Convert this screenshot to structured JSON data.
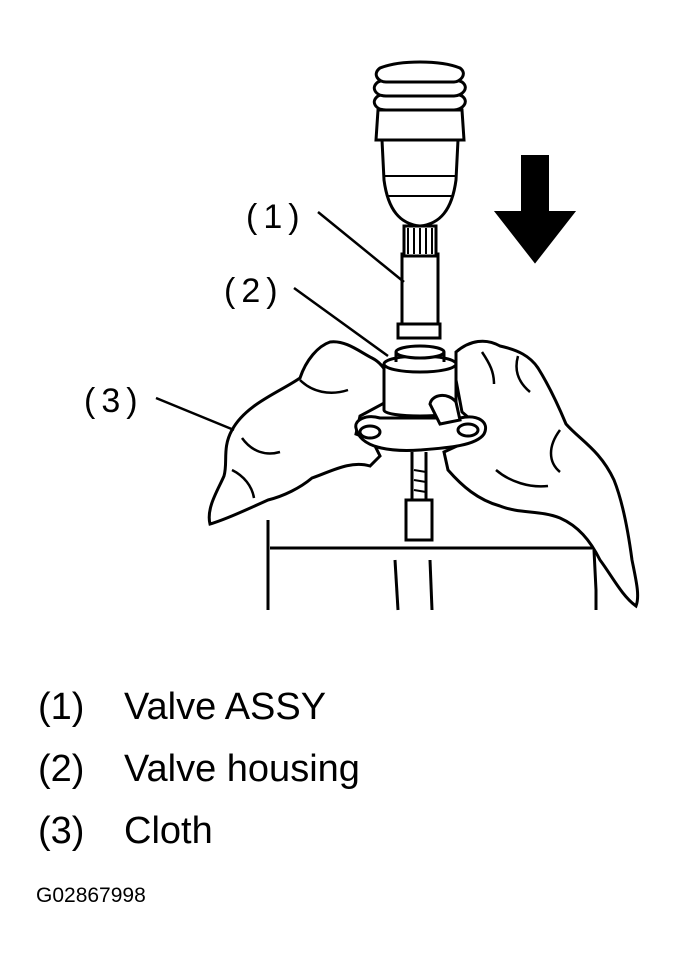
{
  "diagram": {
    "callouts": [
      {
        "id": "1",
        "text": "(1)"
      },
      {
        "id": "2",
        "text": "(2)"
      },
      {
        "id": "3",
        "text": "(3)"
      }
    ],
    "press_direction": "down",
    "arrow_icon": "down-arrow-icon"
  },
  "legend": [
    {
      "number": "(1)",
      "label": "Valve ASSY"
    },
    {
      "number": "(2)",
      "label": "Valve housing"
    },
    {
      "number": "(3)",
      "label": "Cloth"
    }
  ],
  "figure_id": "G02867998"
}
